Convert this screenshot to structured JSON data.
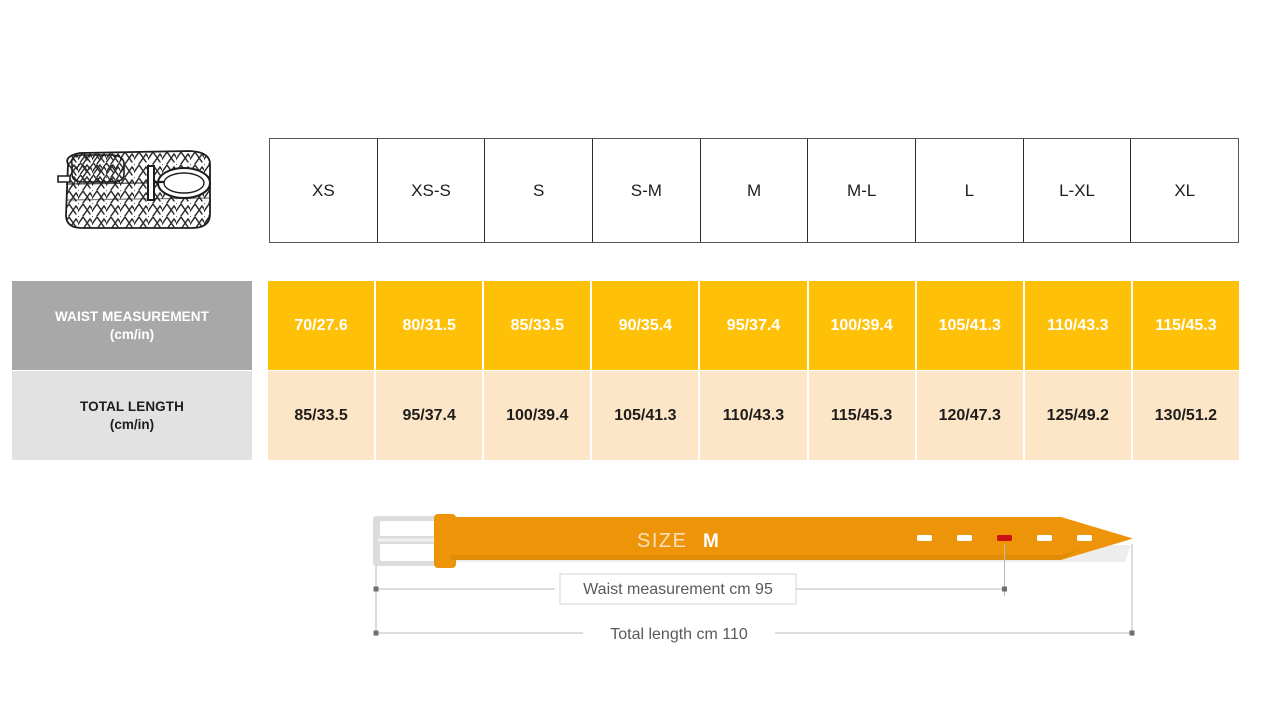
{
  "product": {
    "illustration_name": "braided-belt-coiled-line-art"
  },
  "size_table": {
    "headers": [
      "XS",
      "XS-S",
      "S",
      "S-M",
      "M",
      "M-L",
      "L",
      "L-XL",
      "XL"
    ],
    "rows": [
      {
        "label_line1": "WAIST MEASUREMENT",
        "label_line2": "(cm/in)",
        "values": [
          "70/27.6",
          "80/31.5",
          "85/33.5",
          "90/35.4",
          "95/37.4",
          "100/39.4",
          "105/41.3",
          "110/43.3",
          "115/45.3"
        ]
      },
      {
        "label_line1": "TOTAL LENGTH",
        "label_line2": "(cm/in)",
        "values": [
          "85/33.5",
          "95/37.4",
          "100/39.4",
          "105/41.3",
          "110/43.3",
          "115/45.3",
          "120/47.3",
          "125/49.2",
          "130/51.2"
        ]
      }
    ]
  },
  "diagram": {
    "size_prefix": "SIZE",
    "size_value": "M",
    "waist_label": "Waist measurement cm 95",
    "total_label": "Total length cm 110",
    "holes_total": 5,
    "active_hole_index": 2
  },
  "colors": {
    "amber": "#ffc107",
    "peach": "#fde5c8",
    "label_gray": "#a8a8a8",
    "label_light_gray": "#e2e2e2",
    "belt_orange": "#ed9409",
    "belt_orange_dark": "#e08a07",
    "buckle_silver": "#dcdcdc",
    "active_hole_red": "#cc1212",
    "dimension_gray": "#9a9a9a"
  }
}
